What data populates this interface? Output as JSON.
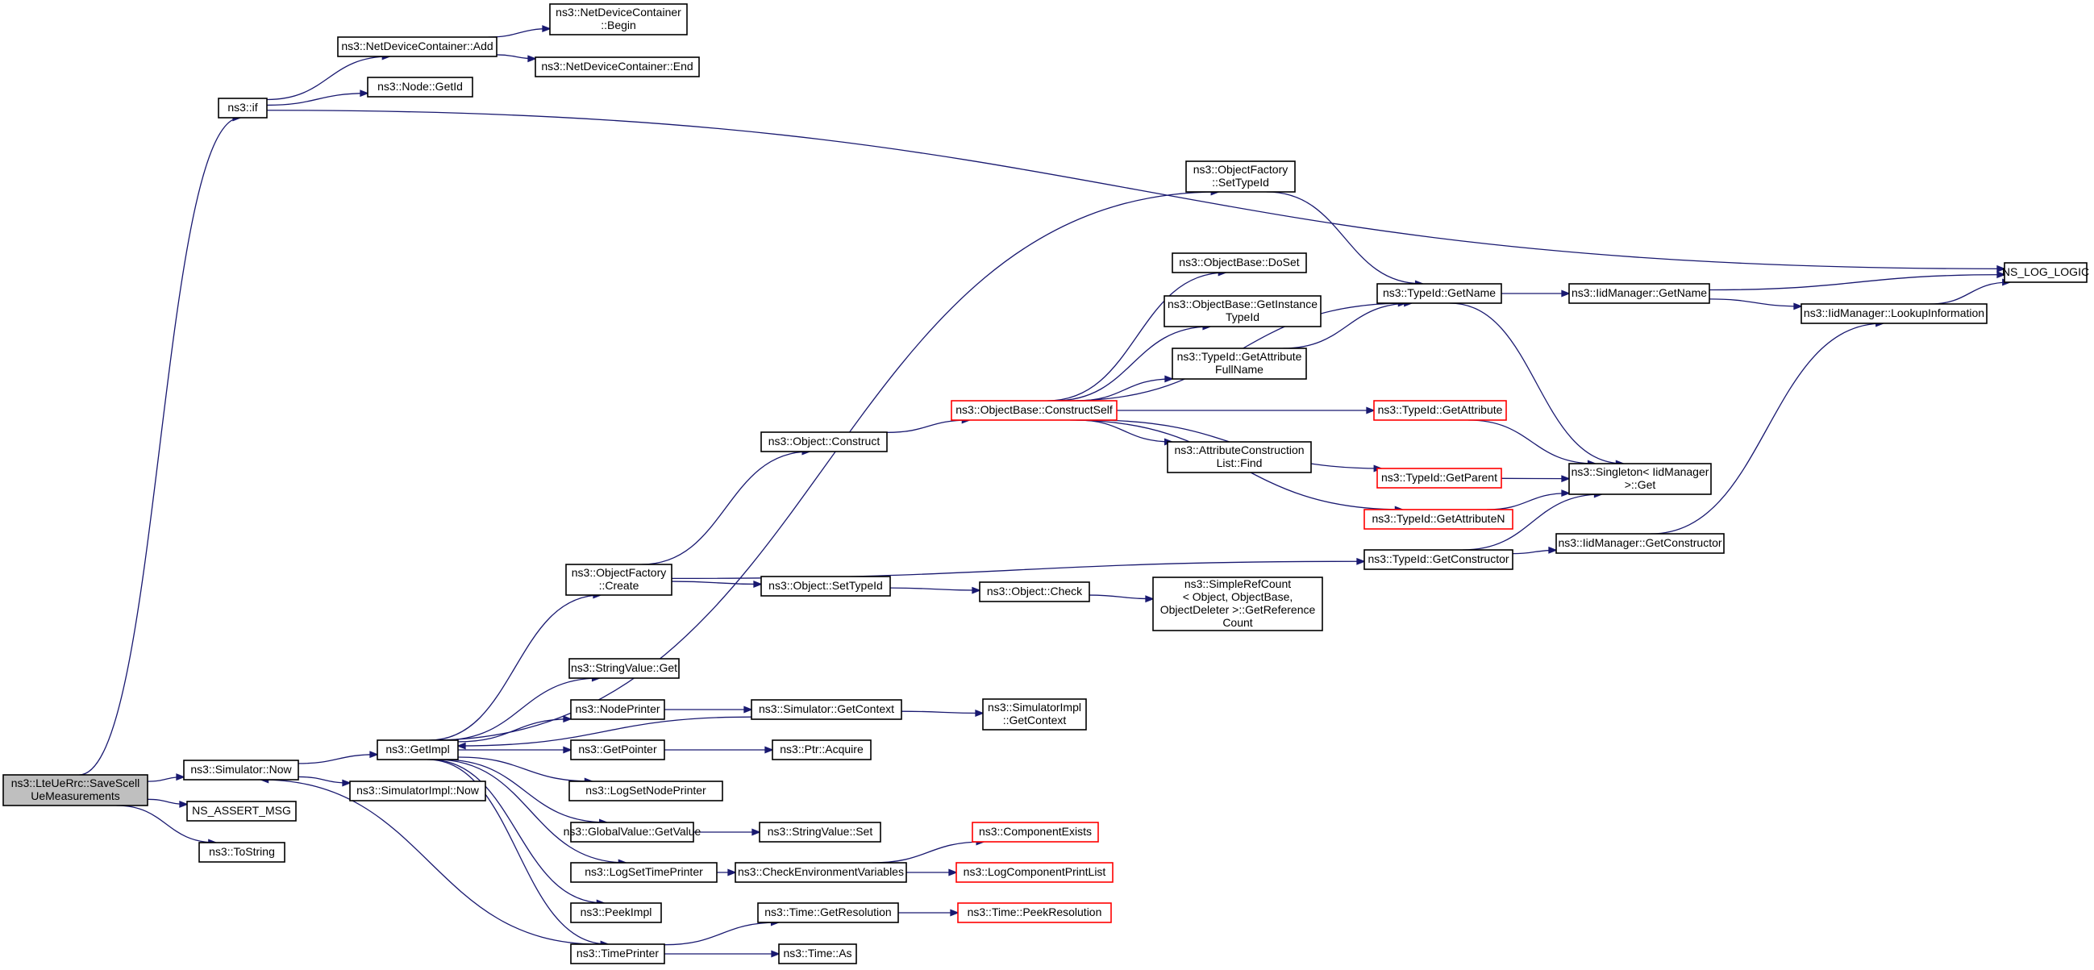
{
  "colors": {
    "edge": "#191970",
    "node_border": "#000000",
    "node_border_truncated": "#ff0000",
    "root_fill": "#bfbfbf",
    "node_fill": "#ffffff"
  },
  "nodes": [
    {
      "id": "root",
      "lines": [
        "ns3::LteUeRrc::SaveScell",
        "UeMeasurements"
      ],
      "kind": "root"
    },
    {
      "id": "if",
      "lines": [
        "ns3::if"
      ],
      "kind": "normal"
    },
    {
      "id": "ndcadd",
      "lines": [
        "ns3::NetDeviceContainer::Add"
      ],
      "kind": "normal"
    },
    {
      "id": "ndcbegin",
      "lines": [
        "ns3::NetDeviceContainer",
        "::Begin"
      ],
      "kind": "normal"
    },
    {
      "id": "ndcend",
      "lines": [
        "ns3::NetDeviceContainer::End"
      ],
      "kind": "normal"
    },
    {
      "id": "nodegetid",
      "lines": [
        "ns3::Node::GetId"
      ],
      "kind": "normal"
    },
    {
      "id": "simnow",
      "lines": [
        "ns3::Simulator::Now"
      ],
      "kind": "normal"
    },
    {
      "id": "assert",
      "lines": [
        "NS_ASSERT_MSG"
      ],
      "kind": "normal"
    },
    {
      "id": "tostring",
      "lines": [
        "ns3::ToString"
      ],
      "kind": "normal"
    },
    {
      "id": "getimpl",
      "lines": [
        "ns3::GetImpl"
      ],
      "kind": "normal"
    },
    {
      "id": "simimplnow",
      "lines": [
        "ns3::SimulatorImpl::Now"
      ],
      "kind": "normal"
    },
    {
      "id": "ofcreate",
      "lines": [
        "ns3::ObjectFactory",
        "::Create"
      ],
      "kind": "normal"
    },
    {
      "id": "strget",
      "lines": [
        "ns3::StringValue::Get"
      ],
      "kind": "normal"
    },
    {
      "id": "nodeprinter",
      "lines": [
        "ns3::NodePrinter"
      ],
      "kind": "normal"
    },
    {
      "id": "getpointer",
      "lines": [
        "ns3::GetPointer"
      ],
      "kind": "normal"
    },
    {
      "id": "logsetnode",
      "lines": [
        "ns3::LogSetNodePrinter"
      ],
      "kind": "normal"
    },
    {
      "id": "gvget",
      "lines": [
        "ns3::GlobalValue::GetValue"
      ],
      "kind": "normal"
    },
    {
      "id": "logsettime",
      "lines": [
        "ns3::LogSetTimePrinter"
      ],
      "kind": "normal"
    },
    {
      "id": "peekimpl",
      "lines": [
        "ns3::PeekImpl"
      ],
      "kind": "normal"
    },
    {
      "id": "timeprinter",
      "lines": [
        "ns3::TimePrinter"
      ],
      "kind": "normal"
    },
    {
      "id": "objconstruct",
      "lines": [
        "ns3::Object::Construct"
      ],
      "kind": "normal"
    },
    {
      "id": "objsettypeid",
      "lines": [
        "ns3::Object::SetTypeId"
      ],
      "kind": "normal"
    },
    {
      "id": "simgetctx",
      "lines": [
        "ns3::Simulator::GetContext"
      ],
      "kind": "normal"
    },
    {
      "id": "ptracquire",
      "lines": [
        "ns3::Ptr::Acquire"
      ],
      "kind": "normal"
    },
    {
      "id": "strset",
      "lines": [
        "ns3::StringValue::Set"
      ],
      "kind": "normal"
    },
    {
      "id": "checkenv",
      "lines": [
        "ns3::CheckEnvironmentVariables"
      ],
      "kind": "normal"
    },
    {
      "id": "timegetres",
      "lines": [
        "ns3::Time::GetResolution"
      ],
      "kind": "normal"
    },
    {
      "id": "timeas",
      "lines": [
        "ns3::Time::As"
      ],
      "kind": "normal"
    },
    {
      "id": "ofsettypeid",
      "lines": [
        "ns3::ObjectFactory",
        "::SetTypeId"
      ],
      "kind": "normal"
    },
    {
      "id": "obconstructself",
      "lines": [
        "ns3::ObjectBase::ConstructSelf"
      ],
      "kind": "truncated"
    },
    {
      "id": "objcheck",
      "lines": [
        "ns3::Object::Check"
      ],
      "kind": "normal"
    },
    {
      "id": "simimplgetctx",
      "lines": [
        "ns3::SimulatorImpl",
        "::GetContext"
      ],
      "kind": "normal"
    },
    {
      "id": "compexists",
      "lines": [
        "ns3::ComponentExists"
      ],
      "kind": "truncated"
    },
    {
      "id": "logcompprint",
      "lines": [
        "ns3::LogComponentPrintList"
      ],
      "kind": "truncated"
    },
    {
      "id": "timepeekres",
      "lines": [
        "ns3::Time::PeekResolution"
      ],
      "kind": "truncated"
    },
    {
      "id": "obdoset",
      "lines": [
        "ns3::ObjectBase::DoSet"
      ],
      "kind": "normal"
    },
    {
      "id": "obgetinst",
      "lines": [
        "ns3::ObjectBase::GetInstance",
        "TypeId"
      ],
      "kind": "normal"
    },
    {
      "id": "tidgetattrfull",
      "lines": [
        "ns3::TypeId::GetAttribute",
        "FullName"
      ],
      "kind": "normal"
    },
    {
      "id": "attrconstr",
      "lines": [
        "ns3::AttributeConstruction",
        "List::Find"
      ],
      "kind": "normal"
    },
    {
      "id": "simplerefcount",
      "lines": [
        "ns3::SimpleRefCount",
        "< Object, ObjectBase,",
        "ObjectDeleter >::GetReference",
        "Count"
      ],
      "kind": "normal"
    },
    {
      "id": "tidgetname",
      "lines": [
        "ns3::TypeId::GetName"
      ],
      "kind": "normal"
    },
    {
      "id": "tidgetattr",
      "lines": [
        "ns3::TypeId::GetAttribute"
      ],
      "kind": "truncated"
    },
    {
      "id": "tidgetparent",
      "lines": [
        "ns3::TypeId::GetParent"
      ],
      "kind": "truncated"
    },
    {
      "id": "tidgetattrn",
      "lines": [
        "ns3::TypeId::GetAttributeN"
      ],
      "kind": "truncated"
    },
    {
      "id": "tidgetconstr",
      "lines": [
        "ns3::TypeId::GetConstructor"
      ],
      "kind": "normal"
    },
    {
      "id": "iidgetname",
      "lines": [
        "ns3::IidManager::GetName"
      ],
      "kind": "normal"
    },
    {
      "id": "singletonget",
      "lines": [
        "ns3::Singleton< IidManager",
        ">::Get"
      ],
      "kind": "normal"
    },
    {
      "id": "iidgetconstr",
      "lines": [
        "ns3::IidManager::GetConstructor"
      ],
      "kind": "normal"
    },
    {
      "id": "iidlookup",
      "lines": [
        "ns3::IidManager::LookupInformation"
      ],
      "kind": "normal"
    },
    {
      "id": "nslog",
      "lines": [
        "NS_LOG_LOGIC"
      ],
      "kind": "normal"
    }
  ],
  "edges": [
    [
      "root",
      "if"
    ],
    [
      "root",
      "simnow"
    ],
    [
      "root",
      "assert"
    ],
    [
      "root",
      "tostring"
    ],
    [
      "if",
      "ndcadd"
    ],
    [
      "if",
      "nodegetid"
    ],
    [
      "if",
      "nslog"
    ],
    [
      "ndcadd",
      "ndcbegin"
    ],
    [
      "ndcadd",
      "ndcend"
    ],
    [
      "simnow",
      "getimpl"
    ],
    [
      "simnow",
      "simimplnow"
    ],
    [
      "getimpl",
      "ofsettypeid"
    ],
    [
      "getimpl",
      "ofcreate"
    ],
    [
      "getimpl",
      "strget"
    ],
    [
      "getimpl",
      "nodeprinter"
    ],
    [
      "getimpl",
      "getpointer"
    ],
    [
      "getimpl",
      "logsetnode"
    ],
    [
      "getimpl",
      "gvget"
    ],
    [
      "getimpl",
      "logsettime"
    ],
    [
      "getimpl",
      "peekimpl"
    ],
    [
      "getimpl",
      "timeprinter"
    ],
    [
      "ofcreate",
      "objconstruct"
    ],
    [
      "ofcreate",
      "objsettypeid"
    ],
    [
      "ofcreate",
      "tidgetconstr"
    ],
    [
      "nodeprinter",
      "simgetctx"
    ],
    [
      "simgetctx",
      "getimpl"
    ],
    [
      "simgetctx",
      "simimplgetctx"
    ],
    [
      "getpointer",
      "ptracquire"
    ],
    [
      "gvget",
      "strset"
    ],
    [
      "logsettime",
      "checkenv"
    ],
    [
      "timeprinter",
      "simnow"
    ],
    [
      "timeprinter",
      "timegetres"
    ],
    [
      "timeprinter",
      "timeas"
    ],
    [
      "objconstruct",
      "obconstructself"
    ],
    [
      "objsettypeid",
      "objcheck"
    ],
    [
      "objcheck",
      "simplerefcount"
    ],
    [
      "checkenv",
      "compexists"
    ],
    [
      "checkenv",
      "logcompprint"
    ],
    [
      "timegetres",
      "timepeekres"
    ],
    [
      "ofsettypeid",
      "tidgetname"
    ],
    [
      "obconstructself",
      "obdoset"
    ],
    [
      "obconstructself",
      "obgetinst"
    ],
    [
      "obconstructself",
      "tidgetattrfull"
    ],
    [
      "obconstructself",
      "tidgetattr"
    ],
    [
      "obconstructself",
      "attrconstr"
    ],
    [
      "obconstructself",
      "tidgetparent"
    ],
    [
      "obconstructself",
      "tidgetattrn"
    ],
    [
      "obconstructself",
      "tidgetname"
    ],
    [
      "tidgetattrfull",
      "tidgetname"
    ],
    [
      "tidgetattr",
      "singletonget"
    ],
    [
      "tidgetparent",
      "singletonget"
    ],
    [
      "tidgetattrn",
      "singletonget"
    ],
    [
      "tidgetconstr",
      "singletonget"
    ],
    [
      "tidgetconstr",
      "iidgetconstr"
    ],
    [
      "tidgetname",
      "iidgetname"
    ],
    [
      "tidgetname",
      "singletonget"
    ],
    [
      "iidgetname",
      "nslog"
    ],
    [
      "iidgetname",
      "iidlookup"
    ],
    [
      "iidgetconstr",
      "iidlookup"
    ],
    [
      "iidlookup",
      "nslog"
    ]
  ]
}
